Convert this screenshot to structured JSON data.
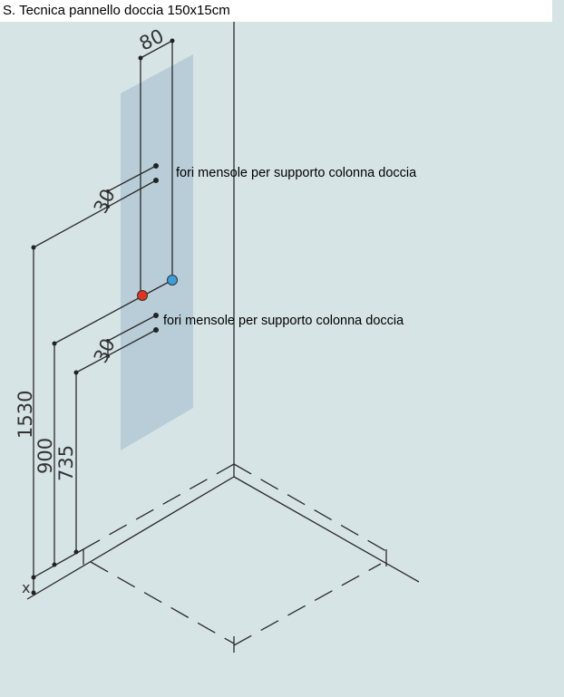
{
  "title": "S. Tecnica pannello doccia 150x15cm",
  "dimensions": {
    "width": "80",
    "upper_spacing": "30",
    "lower_spacing": "30",
    "height_1530": "1530",
    "height_900": "900",
    "height_735": "735",
    "origin": "x"
  },
  "notes": {
    "upper": "fori mensole per supporto colonna doccia",
    "lower": "fori mensole per supporto colonna doccia"
  },
  "colors": {
    "hot": "#e0341c",
    "cold": "#3a9fd8",
    "panel": "#9fb9cc"
  }
}
